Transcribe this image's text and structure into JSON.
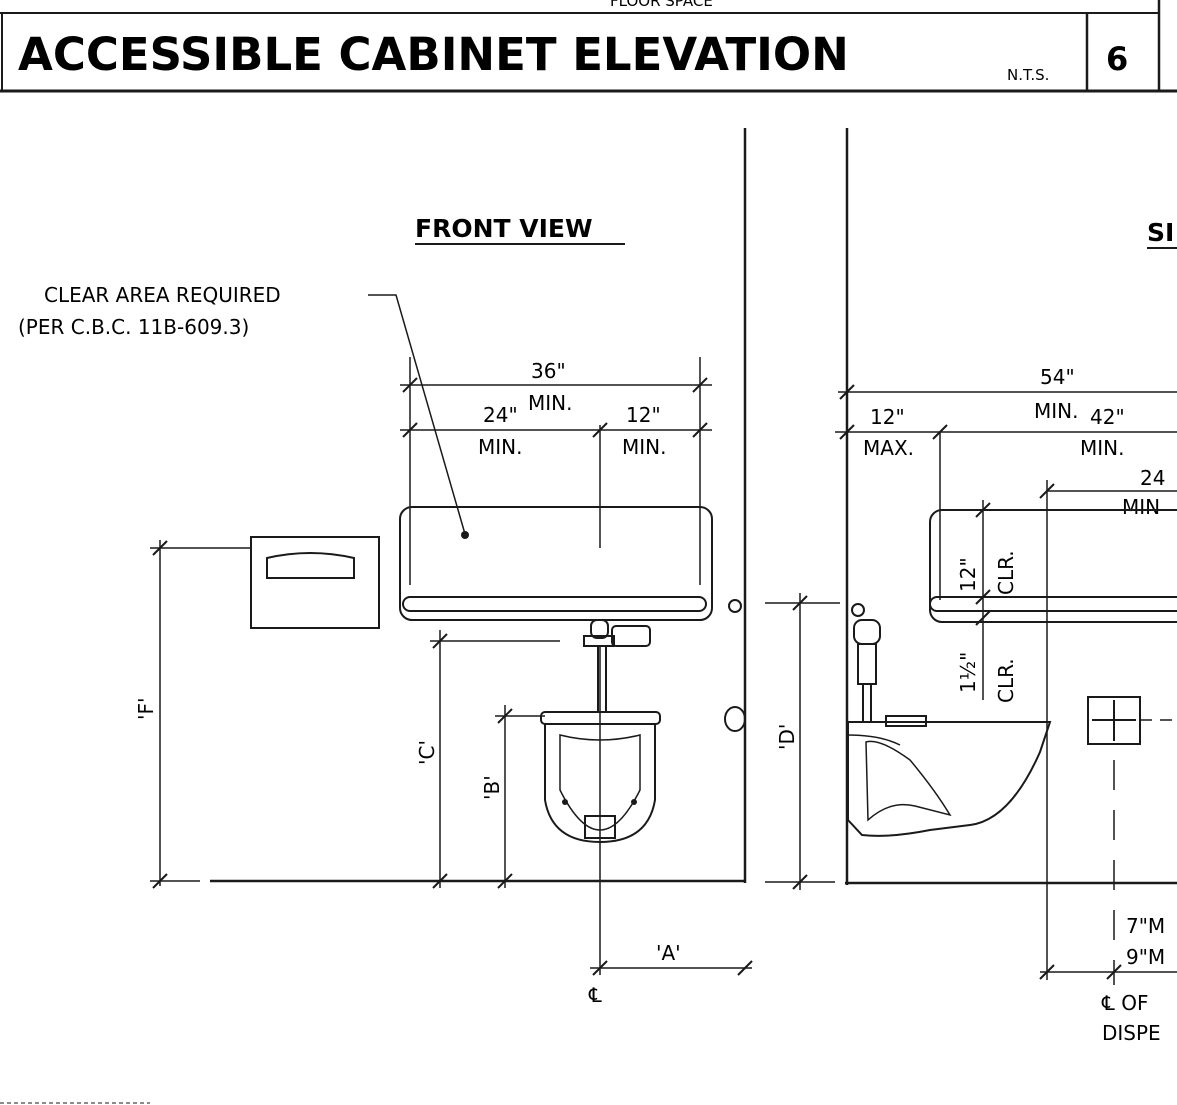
{
  "header": {
    "top_fragment": "FLOOR SPACE",
    "title": "ACCESSIBLE CABINET ELEVATION",
    "scale": "N.T.S.",
    "detail_number": "6"
  },
  "front_view": {
    "heading": "FRONT VIEW",
    "callout_line1": "CLEAR AREA REQUIRED",
    "callout_line2": "(PER C.B.C. 11B-609.3)",
    "dim_36": "36\"",
    "dim_36_note": "MIN.",
    "dim_24": "24\"",
    "dim_24_note": "MIN.",
    "dim_12": "12\"",
    "dim_12_note": "MIN.",
    "label_a": "'A'",
    "label_b": "'B'",
    "label_c": "'C'",
    "label_f": "'F'",
    "centerline": "℄"
  },
  "side_view": {
    "heading_fragment": "SI",
    "dim_54": "54\"",
    "dim_54_note": "MIN.",
    "dim_12": "12\"",
    "dim_12_note": "MAX.",
    "dim_42": "42\"",
    "dim_42_note": "MIN.",
    "dim_24": "24",
    "dim_24_note": "MIN",
    "dim_12_clr": "12\"",
    "clr_note_1": "CLR.",
    "dim_1half": "1½\"",
    "clr_note_2": "CLR.",
    "label_d": "'D'",
    "dim_7": "7\"M",
    "dim_9": "9\"M",
    "cl_of": "℄ OF",
    "dispe": "DISPE"
  }
}
